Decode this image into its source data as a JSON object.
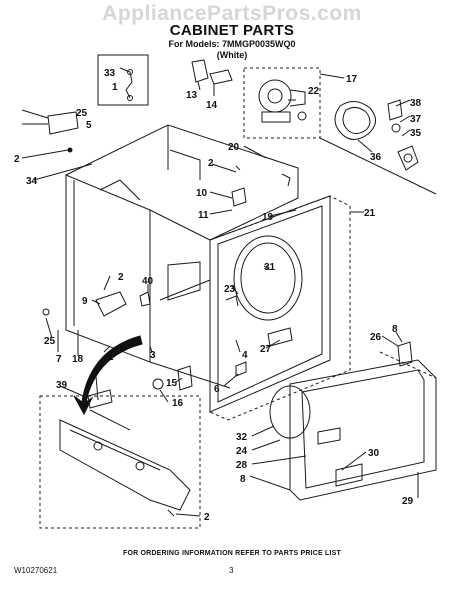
{
  "watermark": "AppliancePartsPros.com",
  "header": {
    "title": "CABINET PARTS",
    "models": "For Models: 7MMGP0035WQ0",
    "color": "(White)"
  },
  "callouts": [
    {
      "id": "c33",
      "label": "33"
    },
    {
      "id": "c1",
      "label": "1"
    },
    {
      "id": "c25a",
      "label": "25"
    },
    {
      "id": "c5",
      "label": "5"
    },
    {
      "id": "c2a",
      "label": "2"
    },
    {
      "id": "c34",
      "label": "34"
    },
    {
      "id": "c13",
      "label": "13"
    },
    {
      "id": "c14",
      "label": "14"
    },
    {
      "id": "c22",
      "label": "22"
    },
    {
      "id": "c17",
      "label": "17"
    },
    {
      "id": "c38",
      "label": "38"
    },
    {
      "id": "c37",
      "label": "37"
    },
    {
      "id": "c35",
      "label": "35"
    },
    {
      "id": "c36",
      "label": "36"
    },
    {
      "id": "c20",
      "label": "20"
    },
    {
      "id": "c2b",
      "label": "2"
    },
    {
      "id": "c10",
      "label": "10"
    },
    {
      "id": "c11",
      "label": "11"
    },
    {
      "id": "c19",
      "label": "19"
    },
    {
      "id": "c21",
      "label": "21"
    },
    {
      "id": "c31",
      "label": "31"
    },
    {
      "id": "c23",
      "label": "23"
    },
    {
      "id": "c2c",
      "label": "2"
    },
    {
      "id": "c40",
      "label": "40"
    },
    {
      "id": "c9",
      "label": "9"
    },
    {
      "id": "c25b",
      "label": "25"
    },
    {
      "id": "c7",
      "label": "7"
    },
    {
      "id": "c18",
      "label": "18"
    },
    {
      "id": "c2d",
      "label": "2"
    },
    {
      "id": "c3",
      "label": "3"
    },
    {
      "id": "c4",
      "label": "4"
    },
    {
      "id": "c27",
      "label": "27"
    },
    {
      "id": "c8a",
      "label": "8"
    },
    {
      "id": "c26",
      "label": "26"
    },
    {
      "id": "c15",
      "label": "15"
    },
    {
      "id": "c16",
      "label": "16"
    },
    {
      "id": "c6",
      "label": "6"
    },
    {
      "id": "c39",
      "label": "39"
    },
    {
      "id": "c32",
      "label": "32"
    },
    {
      "id": "c24",
      "label": "24"
    },
    {
      "id": "c28",
      "label": "28"
    },
    {
      "id": "c30",
      "label": "30"
    },
    {
      "id": "c8b",
      "label": "8"
    },
    {
      "id": "c29",
      "label": "29"
    },
    {
      "id": "c2e",
      "label": "2"
    }
  ],
  "footer": {
    "ordering_note": "FOR ORDERING INFORMATION REFER TO PARTS PRICE LIST",
    "doc_number": "W10270621",
    "page_number": "3"
  }
}
